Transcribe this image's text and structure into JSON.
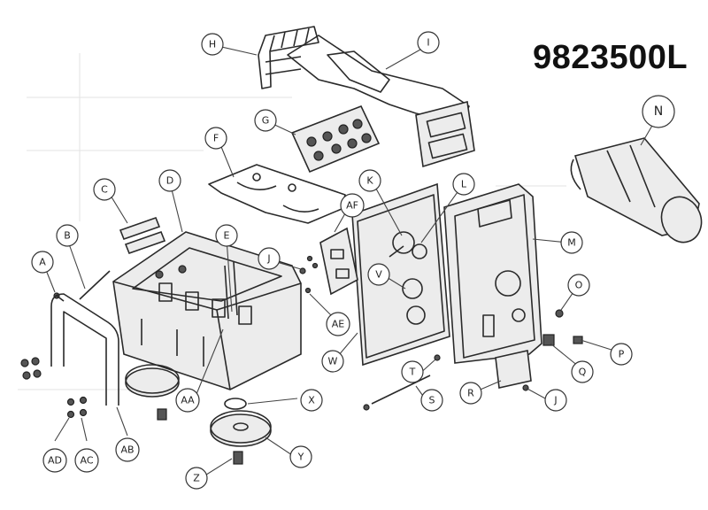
{
  "diagram": {
    "part_number": "9823500L",
    "callouts": [
      "A",
      "B",
      "C",
      "D",
      "E",
      "F",
      "G",
      "H",
      "I",
      "J",
      "J",
      "K",
      "L",
      "M",
      "N",
      "O",
      "P",
      "Q",
      "R",
      "S",
      "T",
      "V",
      "W",
      "X",
      "Y",
      "Z",
      "AA",
      "AB",
      "AC",
      "AD",
      "AE",
      "AF"
    ]
  }
}
